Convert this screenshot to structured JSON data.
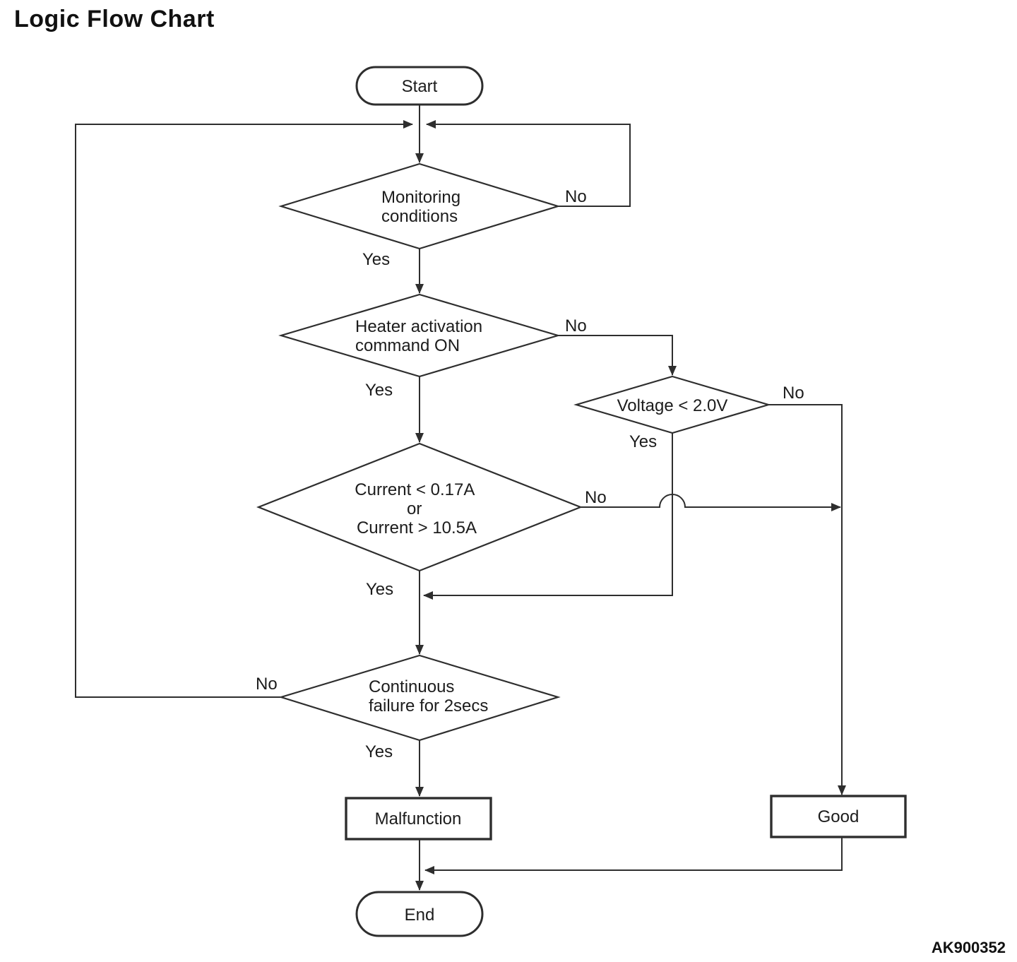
{
  "title": "Logic Flow Chart",
  "figure_code": "AK900352",
  "colors": {
    "ink": "#2e2e2e",
    "text": "#1c1c1c",
    "background": "#ffffff"
  },
  "nodes": {
    "start": {
      "type": "terminator",
      "label": "Start"
    },
    "monitoring": {
      "type": "decision",
      "lines": [
        "Monitoring",
        "conditions"
      ]
    },
    "heater": {
      "type": "decision",
      "lines": [
        "Heater activation",
        "command ON"
      ]
    },
    "voltage": {
      "type": "decision",
      "label": "Voltage < 2.0V"
    },
    "current": {
      "type": "decision",
      "lines": [
        "Current < 0.17A",
        "or",
        "Current > 10.5A"
      ]
    },
    "continuous": {
      "type": "decision",
      "lines": [
        "Continuous",
        "failure for 2secs"
      ]
    },
    "malfunction": {
      "type": "process",
      "label": "Malfunction"
    },
    "good": {
      "type": "process",
      "label": "Good"
    },
    "end": {
      "type": "terminator",
      "label": "End"
    }
  },
  "edge_labels": {
    "monitoring_yes": "Yes",
    "monitoring_no": "No",
    "heater_yes": "Yes",
    "heater_no": "No",
    "voltage_yes": "Yes",
    "voltage_no": "No",
    "current_yes": "Yes",
    "current_no": "No",
    "continuous_yes": "Yes",
    "continuous_no": "No"
  }
}
